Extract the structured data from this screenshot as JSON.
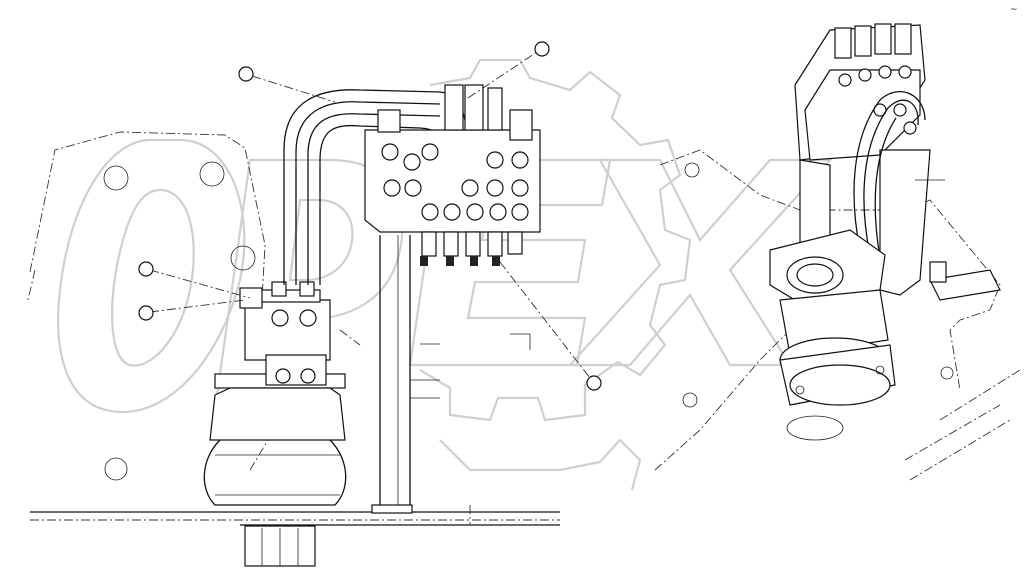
{
  "drawing": {
    "watermark": "OPEX",
    "callouts": [
      {
        "id": "callout-top",
        "label": ""
      },
      {
        "id": "callout-upper-left",
        "label": ""
      },
      {
        "id": "callout-left",
        "label": ""
      },
      {
        "id": "callout-left-lower",
        "label": ""
      },
      {
        "id": "callout-lower-right",
        "label": ""
      }
    ]
  }
}
